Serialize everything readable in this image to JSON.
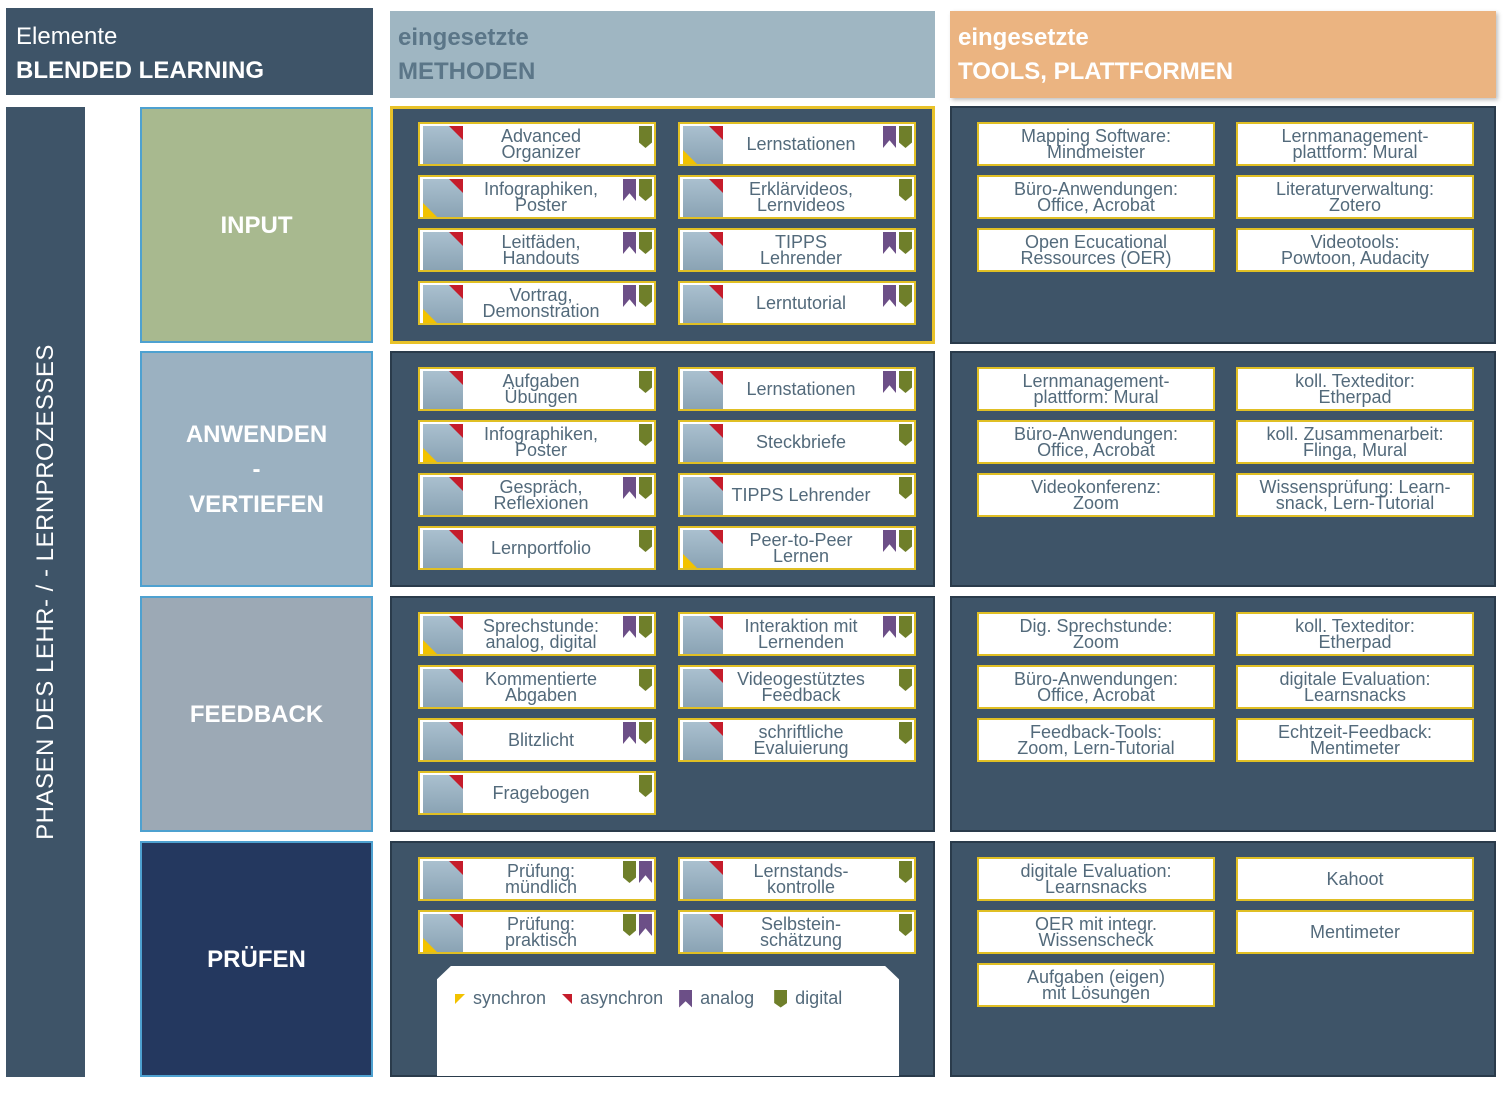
{
  "header": {
    "elements_line1": "Elemente",
    "elements_line2": "BLENDED LEARNING",
    "methods_line1": "eingesetzte",
    "methods_line2": "METHODEN",
    "tools_line1": "eingesetzte",
    "tools_line2": "TOOLS, PLATTFORMEN"
  },
  "phases_label": "PHASEN DES LEHR- / - LERNPROZESSES",
  "phases": [
    {
      "l1": "INPUT",
      "l2": "",
      "l3": ""
    },
    {
      "l1": "ANWENDEN",
      "l2": "-",
      "l3": "VERTIEFEN"
    },
    {
      "l1": "FEEDBACK",
      "l2": "",
      "l3": ""
    },
    {
      "l1": "PRÜFEN",
      "l2": "",
      "l3": ""
    }
  ],
  "colors": {
    "input": "#a8b98f",
    "anwenden": "#9bb1c1",
    "feedback": "#9ca9b5",
    "pruefen": "#24385f",
    "synchron": "#f2c200",
    "asynchron": "#c51c2b",
    "analog": "#6c4f87",
    "digital": "#6f7f2a"
  },
  "methods": [
    [
      {
        "l1": "Advanced",
        "l2": "Organizer",
        "flags": [
          "digital"
        ],
        "sync": false
      },
      {
        "l1": "Lernstationen",
        "l2": "",
        "flags": [
          "analog",
          "digital"
        ],
        "sync": true
      },
      {
        "l1": "Infographiken,",
        "l2": "Poster",
        "flags": [
          "analog",
          "digital"
        ],
        "sync": true
      },
      {
        "l1": "Erklärvideos,",
        "l2": "Lernvideos",
        "flags": [
          "digital"
        ],
        "sync": false
      },
      {
        "l1": "Leitfäden,",
        "l2": "Handouts",
        "flags": [
          "analog",
          "digital"
        ],
        "sync": false
      },
      {
        "l1": "TIPPS",
        "l2": "Lehrender",
        "flags": [
          "analog",
          "digital"
        ],
        "sync": false
      },
      {
        "l1": "Vortrag,",
        "l2": "Demonstration",
        "flags": [
          "analog",
          "digital"
        ],
        "sync": true
      },
      {
        "l1": "Lerntutorial",
        "l2": "",
        "flags": [
          "analog",
          "digital"
        ],
        "sync": false
      }
    ],
    [
      {
        "l1": "Aufgaben",
        "l2": "Übungen",
        "flags": [
          "digital"
        ],
        "sync": false
      },
      {
        "l1": "Lernstationen",
        "l2": "",
        "flags": [
          "analog",
          "digital"
        ],
        "sync": false
      },
      {
        "l1": "Infographiken,",
        "l2": "Poster",
        "flags": [
          "digital"
        ],
        "sync": true
      },
      {
        "l1": "Steckbriefe",
        "l2": "",
        "flags": [
          "digital"
        ],
        "sync": false
      },
      {
        "l1": "Gespräch,",
        "l2": "Reflexionen",
        "flags": [
          "analog",
          "digital"
        ],
        "sync": false
      },
      {
        "l1": "TIPPS Lehrender",
        "l2": "",
        "flags": [
          "digital"
        ],
        "sync": false
      },
      {
        "l1": "Lernportfolio",
        "l2": "",
        "flags": [
          "digital"
        ],
        "sync": false
      },
      {
        "l1": "Peer-to-Peer",
        "l2": "Lernen",
        "flags": [
          "analog",
          "digital"
        ],
        "sync": true
      }
    ],
    [
      {
        "l1": "Sprechstunde:",
        "l2": "analog, digital",
        "flags": [
          "analog",
          "digital"
        ],
        "sync": true
      },
      {
        "l1": "Interaktion mit",
        "l2": "Lernenden",
        "flags": [
          "analog",
          "digital"
        ],
        "sync": false
      },
      {
        "l1": "Kommentierte",
        "l2": "Abgaben",
        "flags": [
          "digital"
        ],
        "sync": false
      },
      {
        "l1": "Videogestütztes",
        "l2": "Feedback",
        "flags": [
          "digital"
        ],
        "sync": false
      },
      {
        "l1": "Blitzlicht",
        "l2": "",
        "flags": [
          "analog",
          "digital"
        ],
        "sync": false
      },
      {
        "l1": "schriftliche",
        "l2": "Evaluierung",
        "flags": [
          "digital"
        ],
        "sync": false
      },
      {
        "l1": "Fragebogen",
        "l2": "",
        "flags": [
          "digital"
        ],
        "sync": false
      }
    ],
    [
      {
        "l1": "Prüfung:",
        "l2": "mündlich",
        "flags": [
          "digital",
          "analog"
        ],
        "sync": false
      },
      {
        "l1": "Lernstands-",
        "l2": "kontrolle",
        "flags": [
          "digital"
        ],
        "sync": false
      },
      {
        "l1": "Prüfung:",
        "l2": "praktisch",
        "flags": [
          "digital",
          "analog"
        ],
        "sync": true
      },
      {
        "l1": "Selbstein-",
        "l2": "schätzung",
        "flags": [
          "digital"
        ],
        "sync": false
      }
    ]
  ],
  "tools": [
    [
      {
        "l1": "Mapping Software:",
        "l2": "Mindmeister"
      },
      {
        "l1": "Lernmanagement-",
        "l2": "plattform: Mural"
      },
      {
        "l1": "Büro-Anwendungen:",
        "l2": "Office, Acrobat"
      },
      {
        "l1": "Literaturverwaltung:",
        "l2": "Zotero"
      },
      {
        "l1": "Open Ecucational",
        "l2": "Ressources (OER)"
      },
      {
        "l1": "Videotools:",
        "l2": "Powtoon, Audacity"
      }
    ],
    [
      {
        "l1": "Lernmanagement-",
        "l2": "plattform: Mural"
      },
      {
        "l1": "koll. Texteditor:",
        "l2": "Etherpad"
      },
      {
        "l1": "Büro-Anwendungen:",
        "l2": "Office, Acrobat"
      },
      {
        "l1": "koll. Zusammenarbeit:",
        "l2": "Flinga, Mural"
      },
      {
        "l1": "Videokonferenz:",
        "l2": "Zoom"
      },
      {
        "l1": "Wissensprüfung: Learn-",
        "l2": "snack, Lern-Tutorial"
      }
    ],
    [
      {
        "l1": "Dig. Sprechstunde:",
        "l2": "Zoom"
      },
      {
        "l1": "koll. Texteditor:",
        "l2": "Etherpad"
      },
      {
        "l1": "Büro-Anwendungen:",
        "l2": "Office, Acrobat"
      },
      {
        "l1": "digitale Evaluation:",
        "l2": "Learnsnacks"
      },
      {
        "l1": "Feedback-Tools:",
        "l2": "Zoom, Lern-Tutorial"
      },
      {
        "l1": "Echtzeit-Feedback:",
        "l2": "Mentimeter"
      }
    ],
    [
      {
        "l1": "digitale Evaluation:",
        "l2": "Learnsnacks"
      },
      {
        "l1": "Kahoot",
        "l2": ""
      },
      {
        "l1": "OER mit integr.",
        "l2": "Wissenscheck"
      },
      {
        "l1": "Mentimeter",
        "l2": ""
      },
      {
        "l1": "Aufgaben (eigen)",
        "l2": "mit Lösungen"
      }
    ]
  ],
  "legend": {
    "synchron": "synchron",
    "asynchron": "asynchron",
    "analog": "analog",
    "digital": "digital"
  }
}
